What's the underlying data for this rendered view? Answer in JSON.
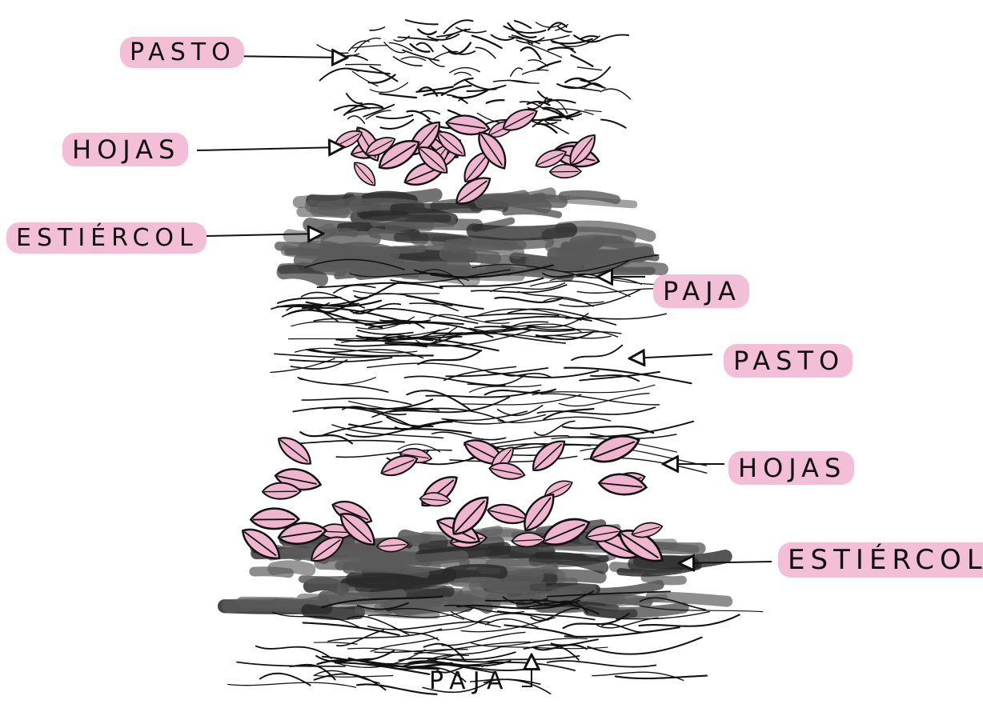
{
  "colors": {
    "highlight": "#f2bfd6",
    "leaf_fill": "#efb5cf",
    "ink": "#111111",
    "manure": "#5a5a5a"
  },
  "labels": {
    "pasto_top": "PASTO",
    "hojas_top": "HOJAS",
    "estiercol_top": "ESTIÉRCOL",
    "paja_mid": "PAJA",
    "pasto_mid": "PASTO",
    "hojas_low": "HOJAS",
    "estiercol_low": "ESTIÉRCOL",
    "paja_bottom": "PAJA"
  }
}
